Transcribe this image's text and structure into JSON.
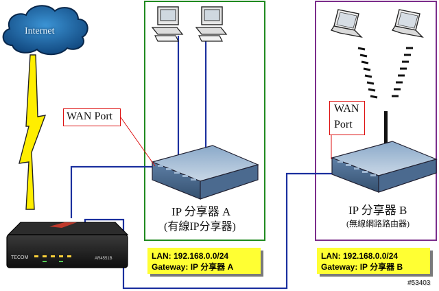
{
  "cloud": {
    "label": "Internet"
  },
  "routerA": {
    "wan_label": "WAN Port",
    "name": "IP 分享器 A",
    "subtitle": "(有線IP分享器)",
    "lan": "LAN: 192.168.0.0/24",
    "gateway": "Gateway: IP 分享器 A"
  },
  "routerB": {
    "wan_label_line1": "WAN",
    "wan_label_line2": "Port",
    "name": "IP 分享器 B",
    "subtitle": "(無線網路路由器)",
    "lan": "LAN: 192.168.0.0/24",
    "gateway": "Gateway: IP 分享器 B"
  },
  "modem": {
    "brand": "TECOM",
    "model": "AR4551B"
  },
  "watermark": "#53403",
  "colors": {
    "group_a_border": "#1f8a1f",
    "group_b_border": "#7b2d8b",
    "cable": "#1a2f9e",
    "callout": "#dd1111",
    "info_bg": "#ffff33",
    "lightning": "#ffee00"
  }
}
